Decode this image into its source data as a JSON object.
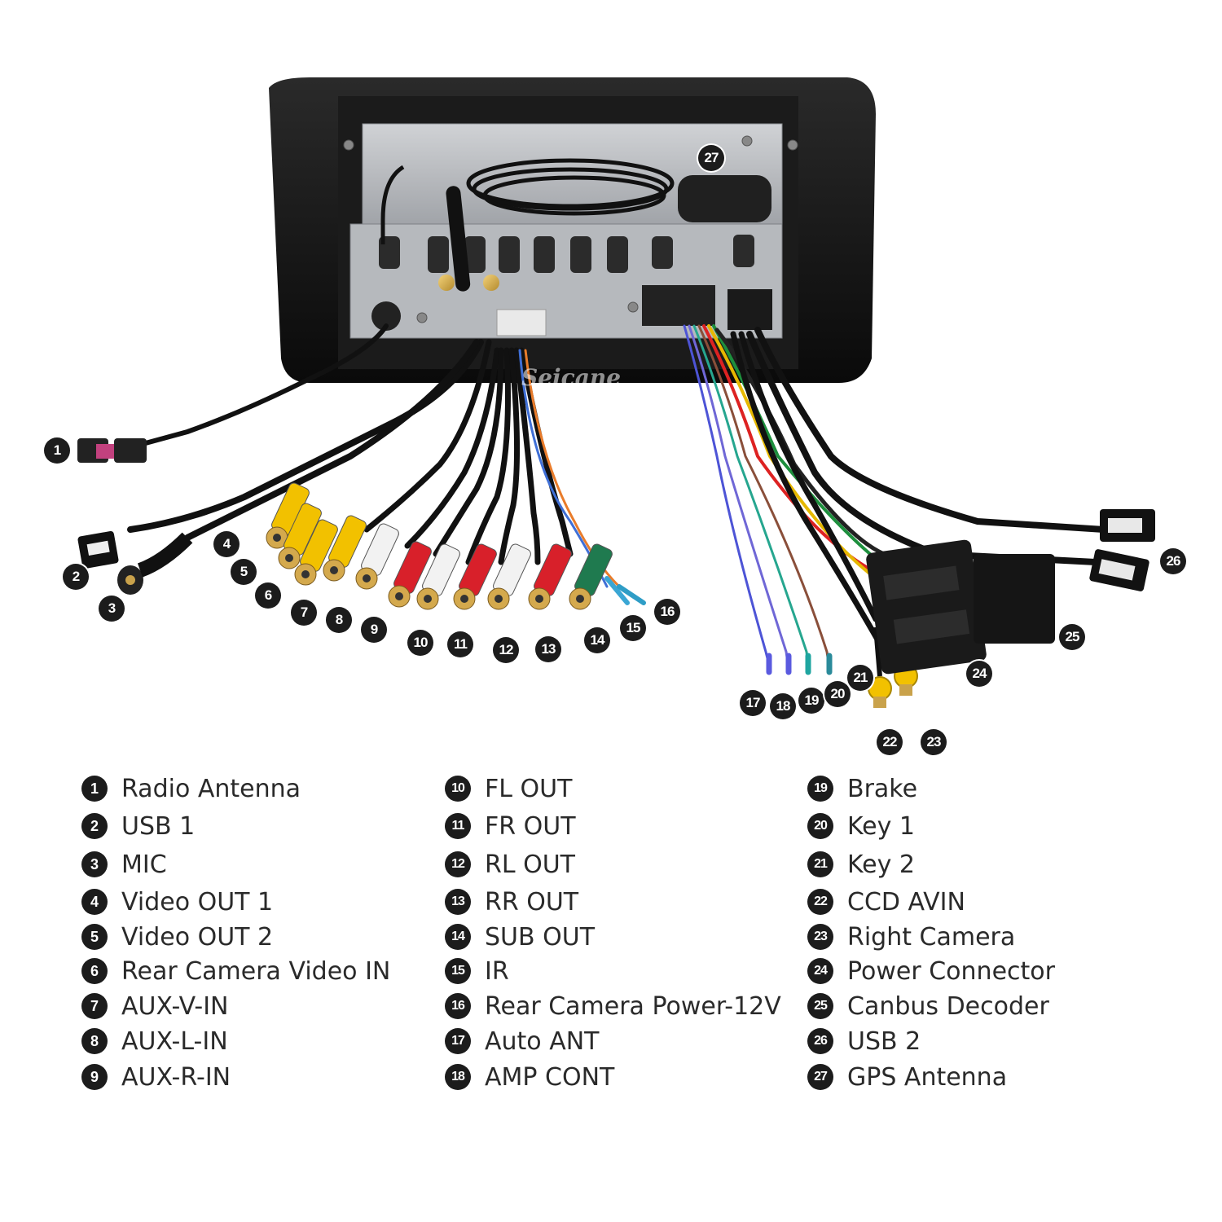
{
  "watermark": "Seicane",
  "colors": {
    "badge": "#1c1c1c",
    "text": "#2a2a2a",
    "bezel": "#141414",
    "chassis": "#b9bcc0",
    "rca_yellow": "#f2c100",
    "rca_red": "#d8202a",
    "rca_white": "#f2f2f2",
    "rca_green": "#1f7a4f",
    "fakra_pink": "#c2417e"
  },
  "legend": {
    "columns": [
      [
        {
          "num": "1",
          "label": "Radio Antenna"
        },
        {
          "num": "2",
          "label": "USB 1"
        },
        {
          "num": "3",
          "label": "MIC"
        },
        {
          "num": "4",
          "label": "Video OUT 1"
        },
        {
          "num": "5",
          "label": "Video OUT 2"
        },
        {
          "num": "6",
          "label": "Rear Camera Video IN"
        },
        {
          "num": "7",
          "label": "AUX-V-IN"
        },
        {
          "num": "8",
          "label": "AUX-L-IN"
        },
        {
          "num": "9",
          "label": "AUX-R-IN"
        }
      ],
      [
        {
          "num": "10",
          "label": "FL OUT"
        },
        {
          "num": "11",
          "label": "FR OUT"
        },
        {
          "num": "12",
          "label": "RL OUT"
        },
        {
          "num": "13",
          "label": "RR OUT"
        },
        {
          "num": "14",
          "label": "SUB OUT"
        },
        {
          "num": "15",
          "label": "IR"
        },
        {
          "num": "16",
          "label": "Rear Camera Power-12V"
        },
        {
          "num": "17",
          "label": "Auto ANT"
        },
        {
          "num": "18",
          "label": "AMP CONT"
        }
      ],
      [
        {
          "num": "19",
          "label": "Brake"
        },
        {
          "num": "20",
          "label": "Key 1"
        },
        {
          "num": "21",
          "label": "Key 2"
        },
        {
          "num": "22",
          "label": "CCD AVIN"
        },
        {
          "num": "23",
          "label": "Right Camera"
        },
        {
          "num": "24",
          "label": "Power Connector"
        },
        {
          "num": "25",
          "label": "Canbus Decoder"
        },
        {
          "num": "26",
          "label": "USB 2"
        },
        {
          "num": "27",
          "label": "GPS Antenna"
        }
      ]
    ]
  },
  "callouts": [
    "1",
    "2",
    "3",
    "4",
    "5",
    "6",
    "7",
    "8",
    "9",
    "10",
    "11",
    "12",
    "13",
    "14",
    "15",
    "16",
    "17",
    "18",
    "19",
    "20",
    "21",
    "22",
    "23",
    "24",
    "25",
    "26",
    "27"
  ]
}
